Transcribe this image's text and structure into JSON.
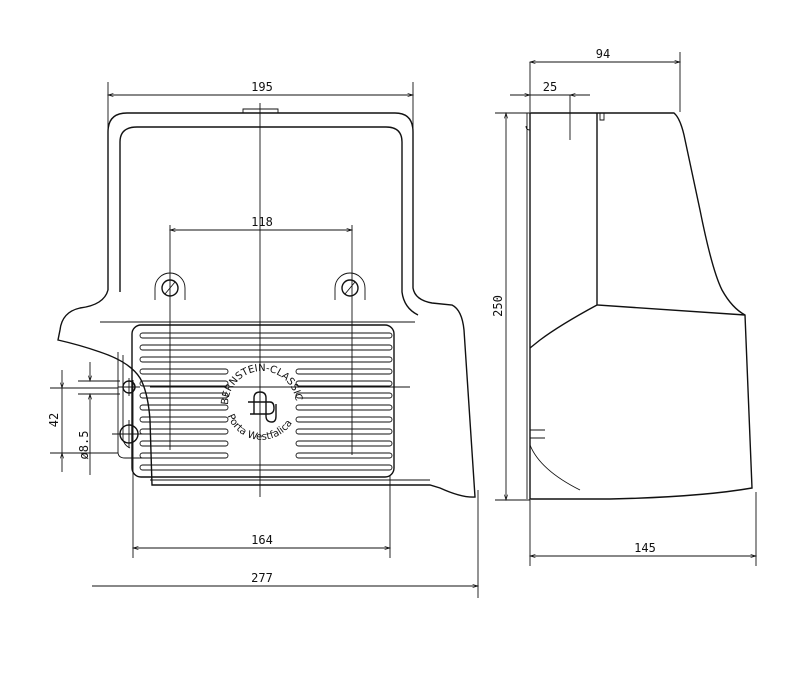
{
  "front_view": {
    "dimensions": {
      "overall_width_top": "195",
      "hole_spacing": "118",
      "grille_width": "164",
      "overall_width": "277",
      "side_hole_spacing": "42",
      "side_hole_diameter": "ø8.5"
    },
    "logo": {
      "top_text": "BERNSTEIN-CLASSIC",
      "bottom_text": "Porta Westfalica"
    }
  },
  "side_view": {
    "dimensions": {
      "depth_top": "94",
      "offset": "25",
      "height": "250",
      "depth_bottom": "145"
    }
  }
}
